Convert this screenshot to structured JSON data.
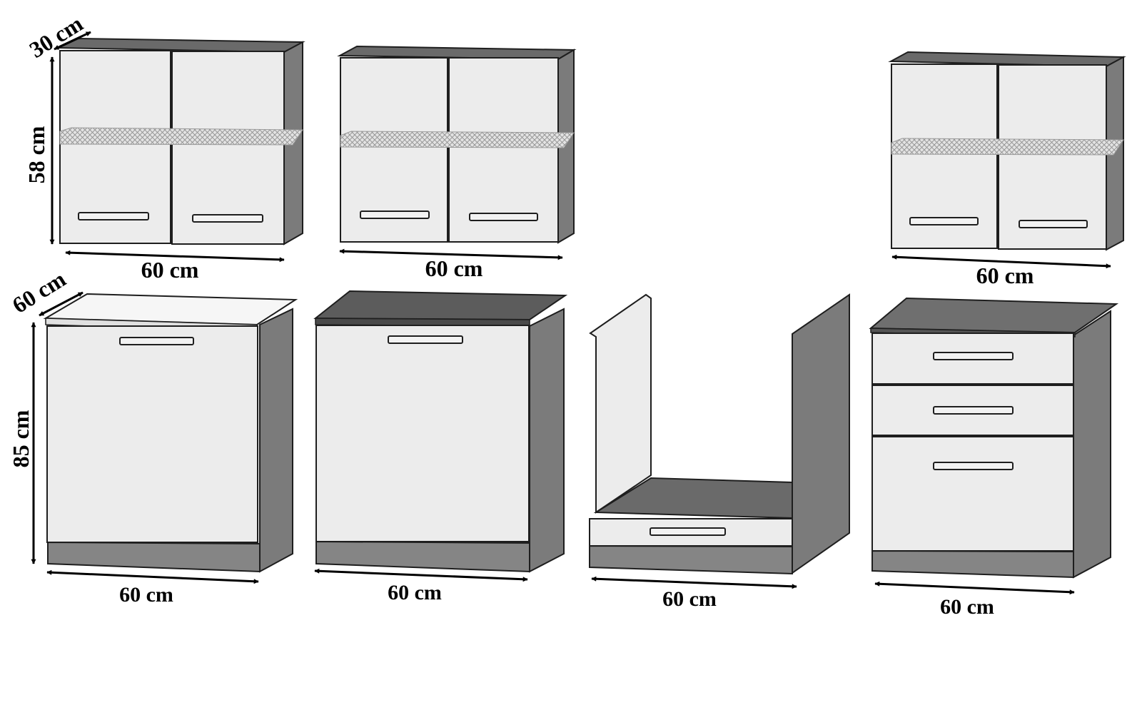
{
  "title": "",
  "colors": {
    "door_front": "#ececec",
    "side_panel": "#7b7b7b",
    "top_panel": "#6a6a6a",
    "plinth": "#858585",
    "worktop_light": "#f6f6f6",
    "worktop_dark": "#5c5c5c",
    "outline": "#1e1e1e",
    "handle": "#f2f2f2",
    "arrow": "#000000"
  },
  "wall_units": [
    {
      "name": "wall-cabinet-1",
      "doors": 2,
      "glass_shelf": true,
      "width_label": "60 cm"
    },
    {
      "name": "wall-cabinet-2",
      "doors": 2,
      "glass_shelf": true,
      "width_label": "60 cm"
    },
    {
      "name": "wall-cabinet-3",
      "doors": 2,
      "glass_shelf": true,
      "width_label": "60 cm"
    }
  ],
  "base_units": [
    {
      "name": "base-cabinet-1",
      "type": "single-door",
      "worktop": "light",
      "width_label": "60 cm"
    },
    {
      "name": "base-cabinet-2",
      "type": "single-door",
      "worktop": "dark",
      "width_label": "60 cm"
    },
    {
      "name": "oven-housing",
      "type": "oven-housing-with-drawer",
      "worktop": "none",
      "width_label": "60 cm"
    },
    {
      "name": "drawer-cabinet",
      "type": "three-drawers",
      "worktop": "dark",
      "width_label": "60 cm"
    }
  ],
  "dimensions": {
    "wall_depth": "30 cm",
    "wall_height": "58 cm",
    "base_depth": "60 cm",
    "base_height": "85 cm"
  }
}
